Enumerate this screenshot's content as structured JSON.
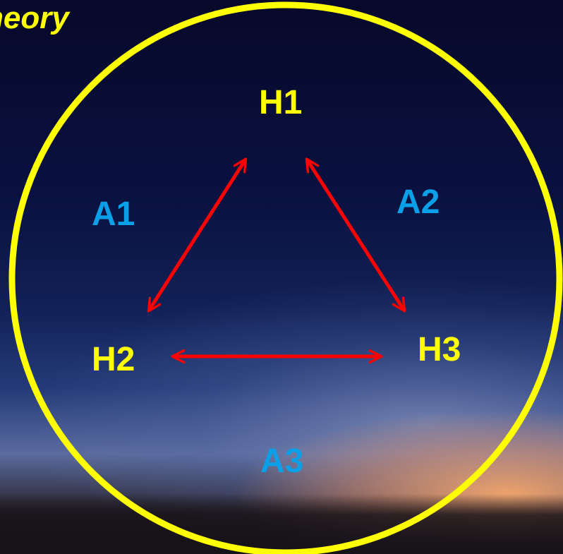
{
  "title": "heory",
  "nodes": {
    "h1": "H1",
    "h2": "H2",
    "h3": "H3"
  },
  "areas": {
    "a1": "A1",
    "a2": "A2",
    "a3": "A3"
  },
  "colors": {
    "circle": "#ffff00",
    "node_text": "#ffff00",
    "area_text": "#0aa0e8",
    "arrows": "#ff0000",
    "background_sky": "#0a1140",
    "background_glow": "#f6a86e"
  }
}
